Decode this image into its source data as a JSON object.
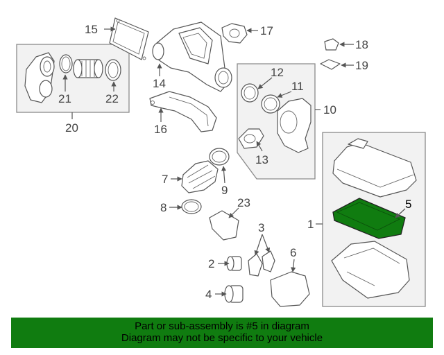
{
  "diagram": {
    "callouts": [
      "1",
      "2",
      "3",
      "4",
      "5",
      "6",
      "7",
      "8",
      "9",
      "10",
      "11",
      "12",
      "13",
      "14",
      "15",
      "16",
      "17",
      "18",
      "19",
      "20",
      "21",
      "22",
      "23"
    ],
    "highlighted_part": "5",
    "colors": {
      "banner": "#107c10",
      "filter_highlight": "#107c10",
      "group_box": "#f2f2f2"
    }
  },
  "banner": {
    "line1": "Part or sub-assembly is #5 in diagram",
    "line2": "Diagram may not be specific to your vehicle"
  }
}
